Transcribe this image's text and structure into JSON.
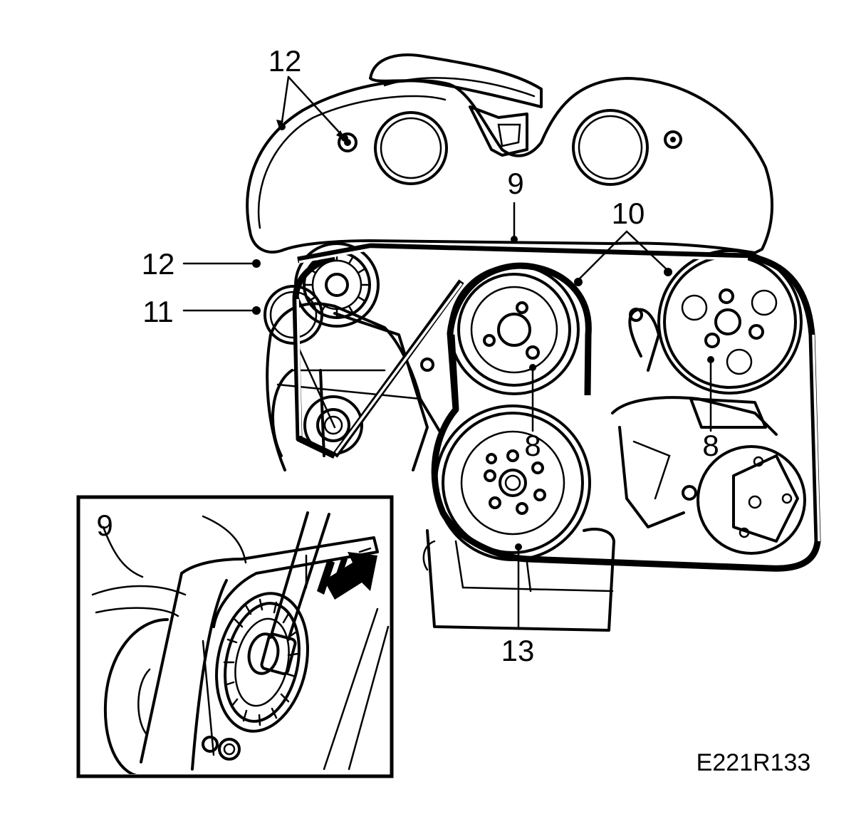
{
  "diagram": {
    "callouts": {
      "c12_top": "12",
      "c12_left": "12",
      "c11": "11",
      "c9_main": "9",
      "c10": "10",
      "c8_left": "8",
      "c8_right": "8",
      "c13": "13"
    },
    "inset": {
      "label": "9"
    },
    "figure_code": "E221R133"
  }
}
